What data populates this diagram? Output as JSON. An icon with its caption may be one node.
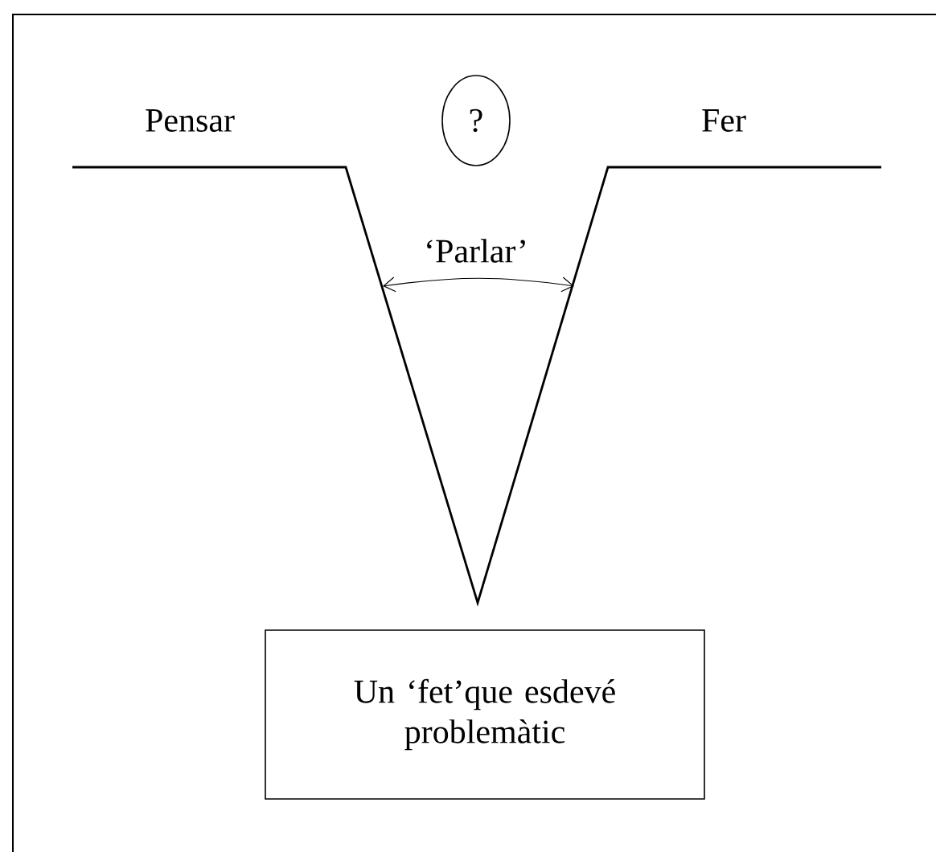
{
  "diagram": {
    "nodes": [
      {
        "text": [
          "?"
        ]
      },
      {
        "text": [
          "Un ‘fet’que esdevé problemàtic"
        ]
      }
    ],
    "labels": [
      "Pensar",
      "Fer",
      "‘Parlar’"
    ]
  }
}
